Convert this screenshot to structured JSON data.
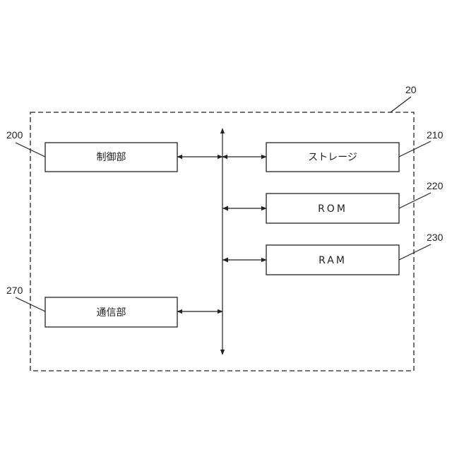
{
  "diagram": {
    "frame_ref": "20",
    "blocks": [
      {
        "id": "control",
        "label": "制御部",
        "ref": "200"
      },
      {
        "id": "comm",
        "label": "通信部",
        "ref": "270"
      },
      {
        "id": "storage",
        "label": "ストレージ",
        "ref": "210"
      },
      {
        "id": "rom",
        "label": "ROM",
        "ref": "220"
      },
      {
        "id": "ram",
        "label": "RAM",
        "ref": "230"
      }
    ]
  }
}
